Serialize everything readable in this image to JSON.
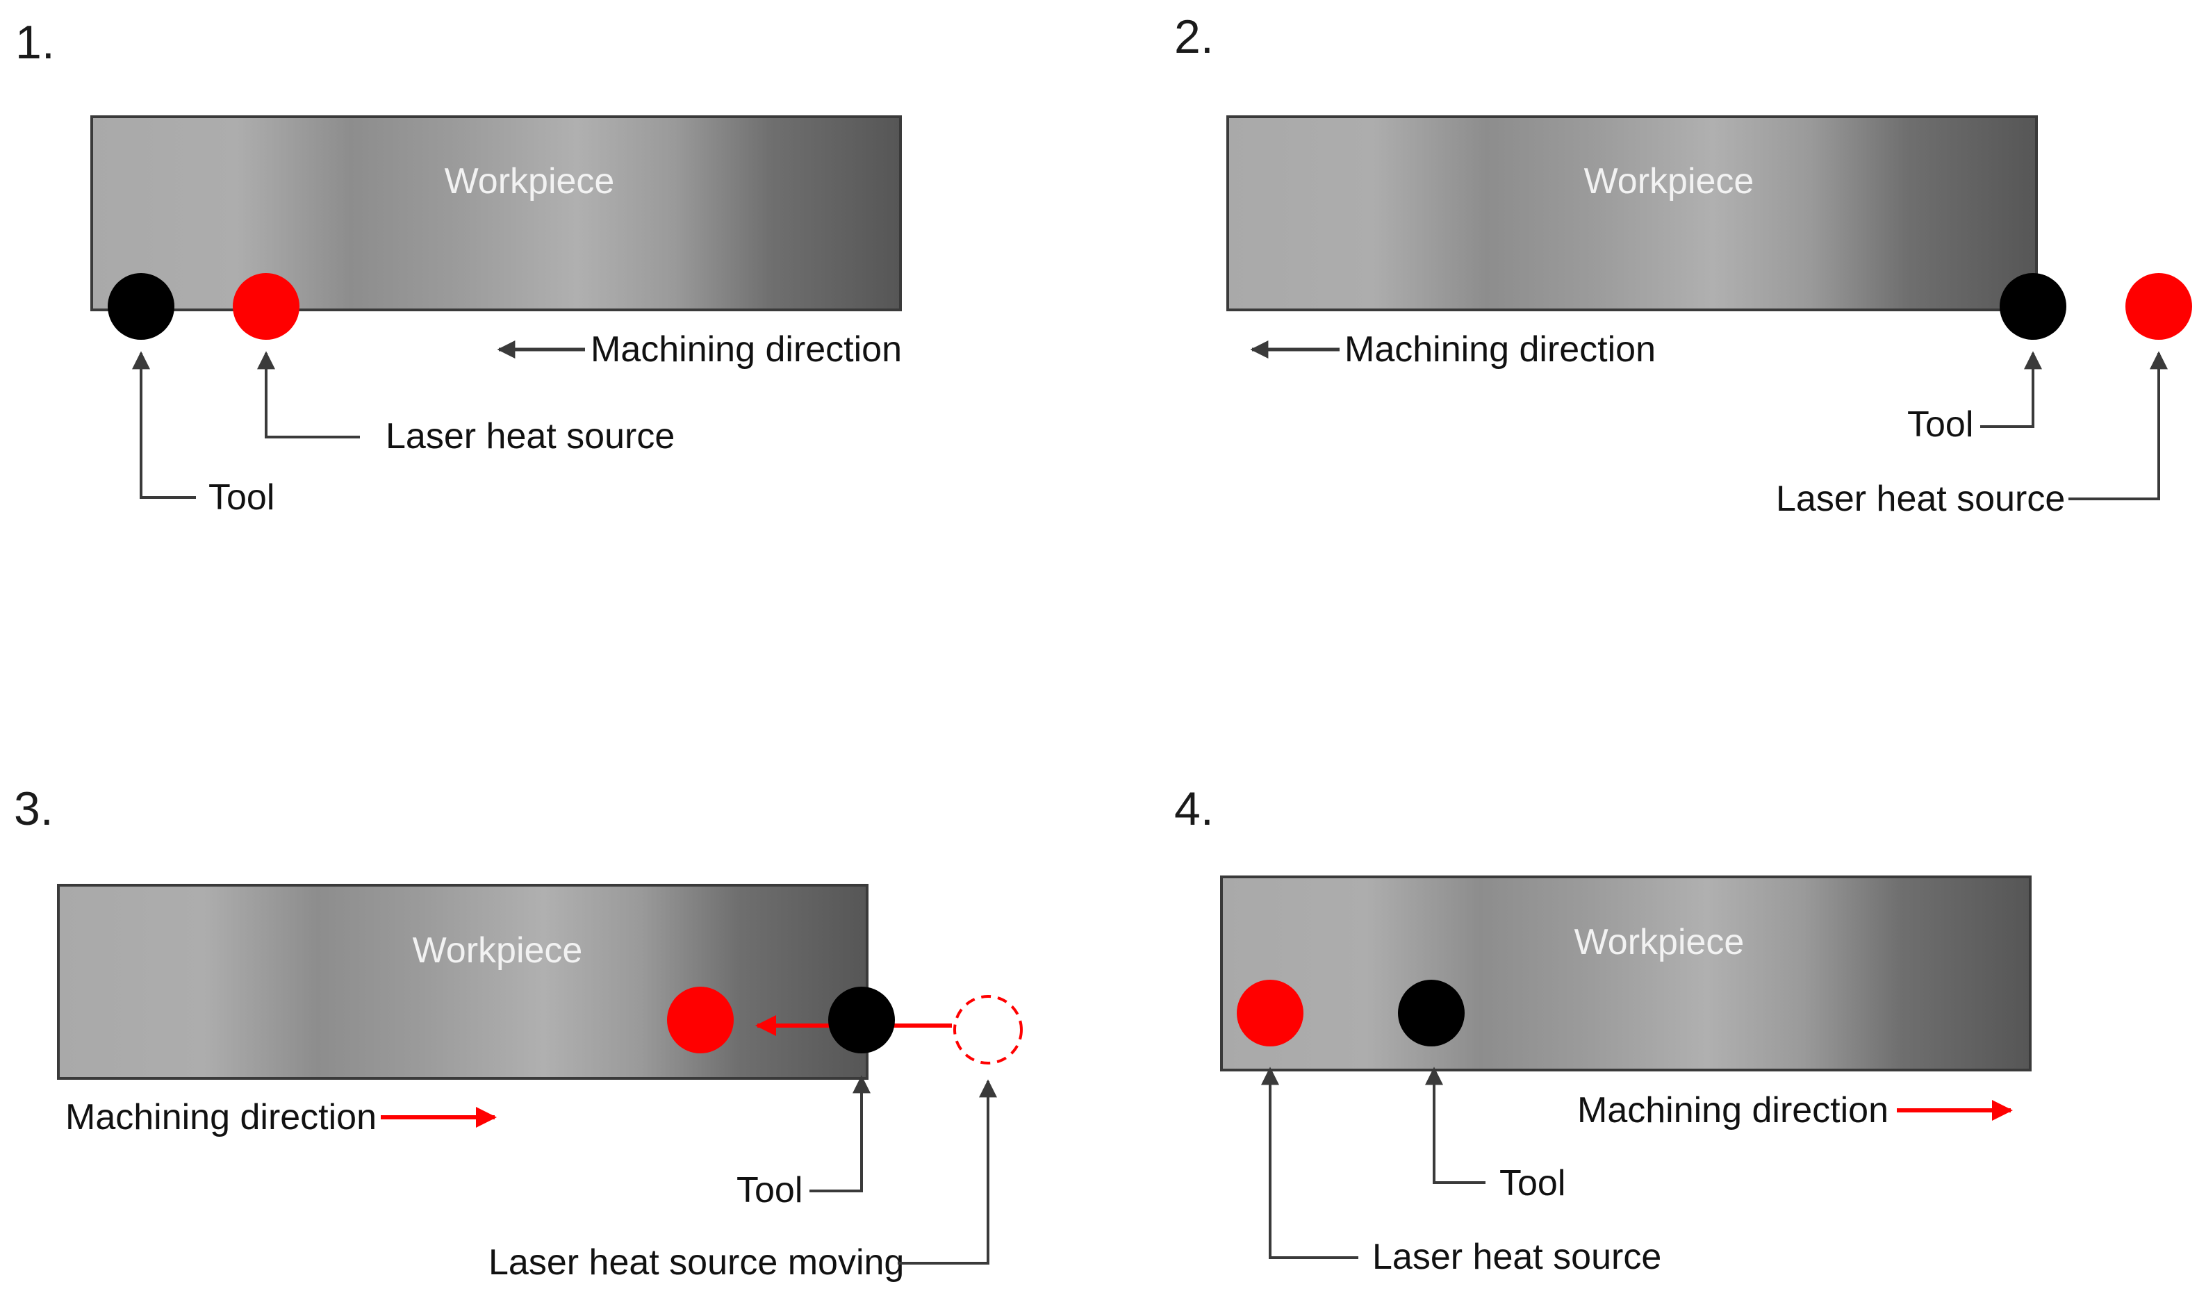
{
  "colors": {
    "tool": "#000000",
    "laser": "#ff0000",
    "connector": "#000000",
    "workpiece_edge": "#3a3a3a"
  },
  "panels": [
    {
      "number": "1.",
      "workpiece": "Workpiece",
      "direction": "Machining direction",
      "direction_arrow": "left",
      "labels": {
        "laser": "Laser heat source",
        "tool": "Tool"
      }
    },
    {
      "number": "2.",
      "workpiece": "Workpiece",
      "direction": "Machining direction",
      "direction_arrow": "left",
      "labels": {
        "tool": "Tool",
        "laser": "Laser heat source"
      }
    },
    {
      "number": "3.",
      "workpiece": "Workpiece",
      "direction": "Machining direction",
      "direction_arrow": "right",
      "labels": {
        "tool": "Tool",
        "laser": "Laser heat source moving"
      }
    },
    {
      "number": "4.",
      "workpiece": "Workpiece",
      "direction": "Machining direction",
      "direction_arrow": "right",
      "labels": {
        "tool": "Tool",
        "laser": "Laser heat source"
      }
    }
  ]
}
